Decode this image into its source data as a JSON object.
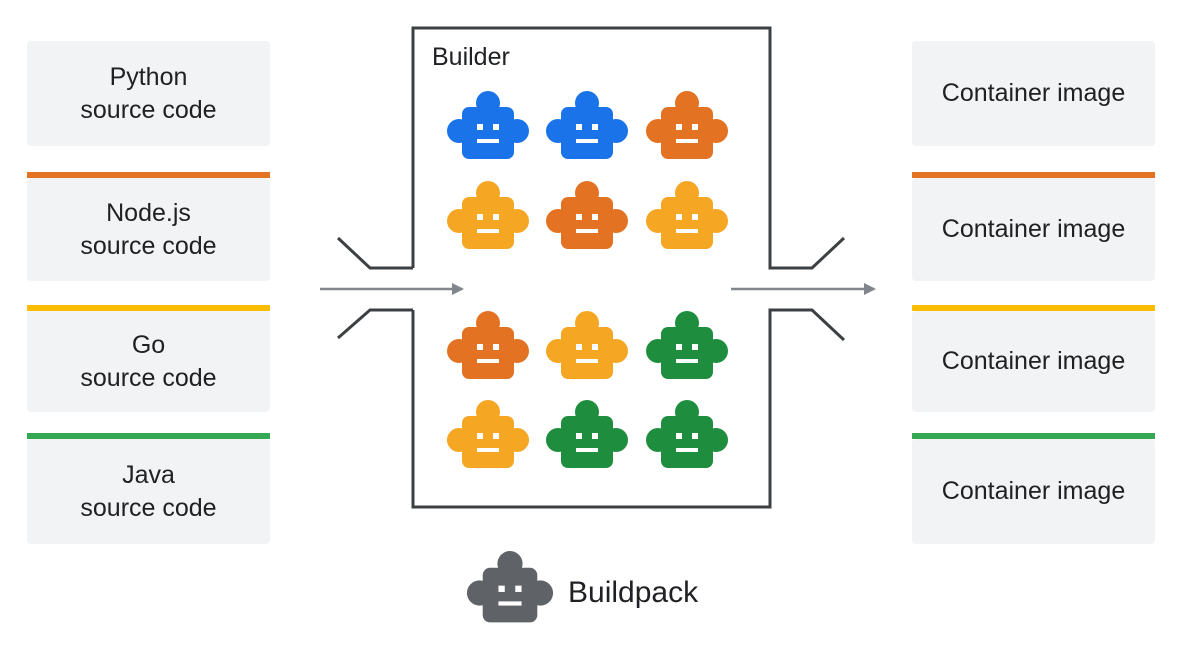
{
  "colors": {
    "blue": "#1a73e8",
    "orange": "#e37222",
    "yellow": "#f5a623",
    "green": "#1e8e3e",
    "gray": "#5f6368",
    "card_bg": "#f1f3f4",
    "divider_orange": "#e37222",
    "divider_yellow": "#fbbc04",
    "divider_green": "#34a853"
  },
  "sources": [
    {
      "label": "Python\nsource code"
    },
    {
      "label": "Node.js\nsource code"
    },
    {
      "label": "Go\nsource code"
    },
    {
      "label": "Java\nsource code"
    }
  ],
  "outputs": [
    {
      "label": "Container image"
    },
    {
      "label": "Container image"
    },
    {
      "label": "Container image"
    },
    {
      "label": "Container image"
    }
  ],
  "builder": {
    "title": "Builder",
    "robot_colors": [
      [
        "blue",
        "blue",
        "orange"
      ],
      [
        "yellow",
        "orange",
        "yellow"
      ],
      [
        "orange",
        "yellow",
        "green"
      ],
      [
        "yellow",
        "green",
        "green"
      ]
    ]
  },
  "legend": {
    "icon": "buildpack-robot-icon",
    "label": "Buildpack"
  }
}
